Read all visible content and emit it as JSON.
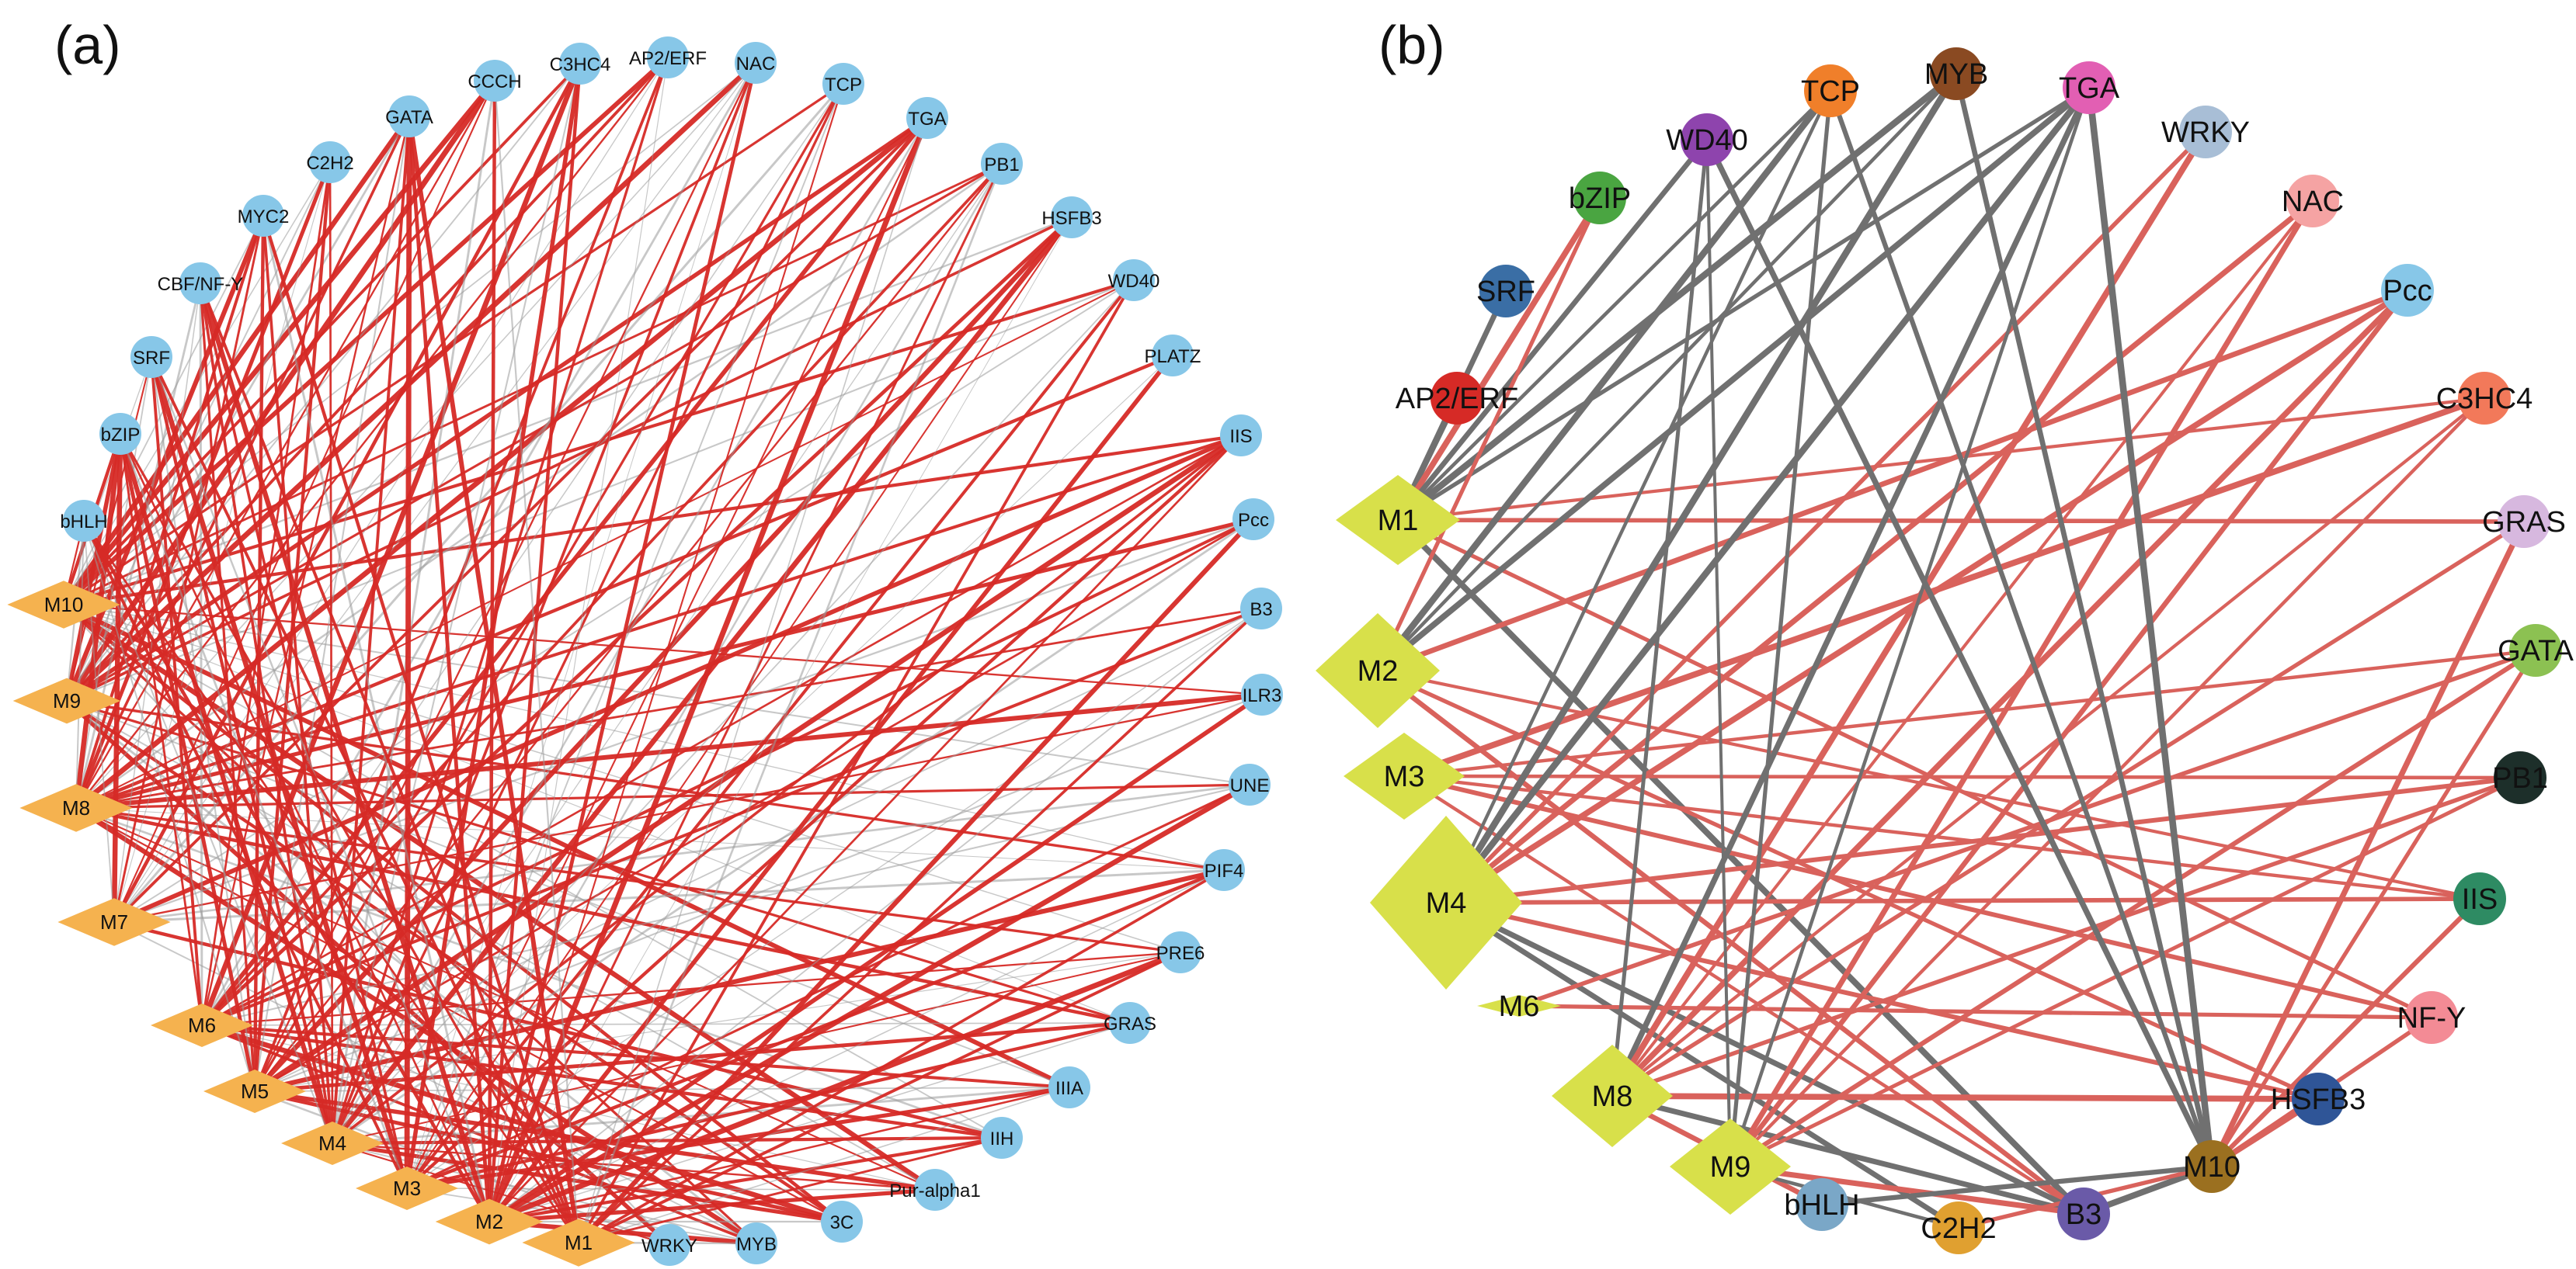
{
  "panels": [
    {
      "label": "(a)",
      "modules": [
        "M10",
        "M9",
        "M8",
        "M7",
        "M6",
        "M5",
        "M4",
        "M3",
        "M2",
        "M1"
      ],
      "tfs": [
        "WRKY",
        "MYB",
        "3C",
        "Pur-alpha1",
        "IIH",
        "IIIA",
        "GRAS",
        "PRE6",
        "PIF4",
        "UNE",
        "ILR3",
        "B3",
        "Pcc",
        "IIS",
        "PLATZ",
        "WD40",
        "HSFB3",
        "PB1",
        "TGA",
        "TCP",
        "NAC",
        "AP2/ERF",
        "C3HC4",
        "CCCH",
        "GATA",
        "C2H2",
        "MYC2",
        "CBF/NF-Y",
        "SRF",
        "bZIP",
        "bHLH"
      ],
      "colors": {
        "module": "#f5b24f",
        "tf": "#87c7e8",
        "positive": "#d62a26",
        "negative": "#9a9a9a"
      }
    },
    {
      "label": "(b)",
      "modules": [
        "M1",
        "M2",
        "M3",
        "M4",
        "M6",
        "M8",
        "M9",
        "M10"
      ],
      "tfs": [
        {
          "name": "AP2/ERF",
          "color": "#d62a26"
        },
        {
          "name": "SRF",
          "color": "#3a6ea5"
        },
        {
          "name": "bZIP",
          "color": "#4aa541"
        },
        {
          "name": "WD40",
          "color": "#8e44ad"
        },
        {
          "name": "TCP",
          "color": "#f07f2a"
        },
        {
          "name": "MYB",
          "color": "#8a4a22"
        },
        {
          "name": "TGA",
          "color": "#e25fb3"
        },
        {
          "name": "WRKY",
          "color": "#a8bed6"
        },
        {
          "name": "NAC",
          "color": "#f5a3a3"
        },
        {
          "name": "Pcc",
          "color": "#87c7e8"
        },
        {
          "name": "C3HC4",
          "color": "#f2795a"
        },
        {
          "name": "GRAS",
          "color": "#d7b8df"
        },
        {
          "name": "GATA",
          "color": "#8cc152"
        },
        {
          "name": "PB1",
          "color": "#1d2f2a"
        },
        {
          "name": "IIS",
          "color": "#2e8b63"
        },
        {
          "name": "NF-Y",
          "color": "#f38b95"
        },
        {
          "name": "HSFB3",
          "color": "#2f5597"
        },
        {
          "name": "bHLH",
          "color": "#7aa7c7"
        },
        {
          "name": "C2H2",
          "color": "#e0a030"
        },
        {
          "name": "B3",
          "color": "#6a5aa8"
        }
      ],
      "colors": {
        "module": "#d8e04a",
        "positive": "#d9625c",
        "negative": "#707070"
      }
    }
  ]
}
